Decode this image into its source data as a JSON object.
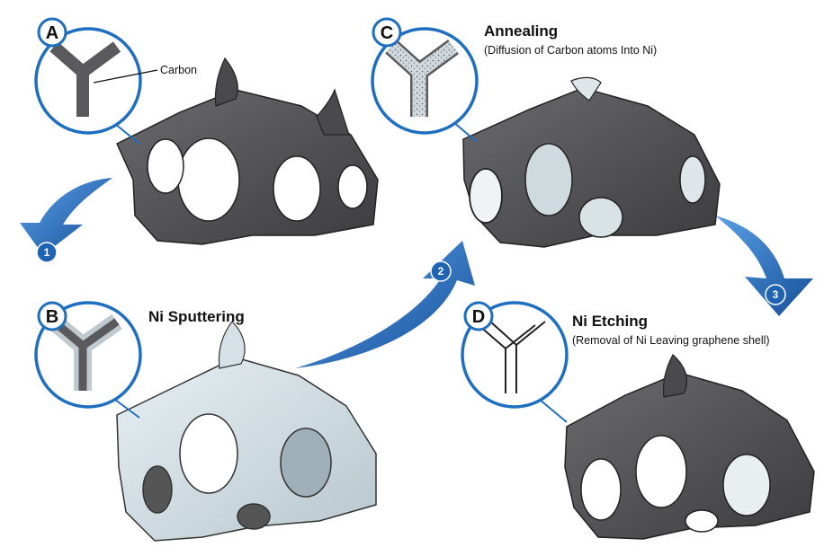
{
  "panels": {
    "a": {
      "letter": "A",
      "callout": "Carbon"
    },
    "b": {
      "letter": "B",
      "title": "Ni Sputtering"
    },
    "c": {
      "letter": "C",
      "title": "Annealing",
      "subtitle": "(Diffusion of Carbon atoms Into Ni)"
    },
    "d": {
      "letter": "D",
      "title": "Ni Etching",
      "subtitle": "(Removal of Ni Leaving graphene shell)"
    }
  },
  "steps": [
    "1",
    "2",
    "3"
  ],
  "colors": {
    "circle_stroke": "#1f6fc1",
    "arrow": "#1f63b3",
    "carbon": "#5a5a5c",
    "ni_coat": "#c7d5db",
    "graphene_shell": "#f0f3f4"
  }
}
